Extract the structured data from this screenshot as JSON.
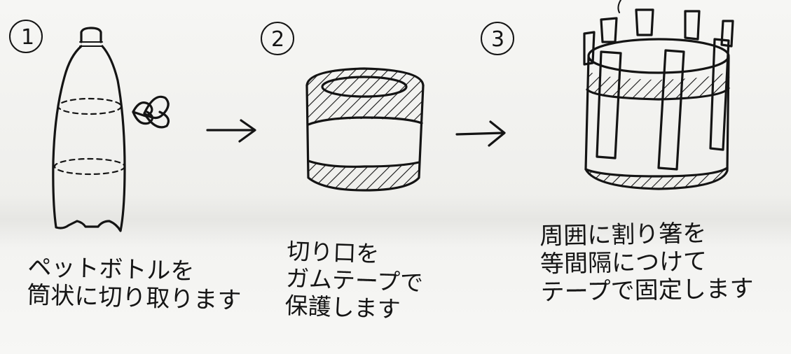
{
  "steps": [
    {
      "number": "1",
      "caption": "ペットボトルを\n筒状に切り取ります"
    },
    {
      "number": "2",
      "caption": "切り口を\nガムテープで\n保護します"
    },
    {
      "number": "3",
      "caption": "周囲に割り箸を\n等間隔につけて\nテープで固定します"
    }
  ],
  "icons": [
    "bottle-icon",
    "scissors-icon",
    "arrow-right-icon",
    "taped-ring-icon",
    "chopstick-basket-icon"
  ],
  "colors": {
    "ink": "#141414",
    "paper": "#f4f4f2"
  }
}
